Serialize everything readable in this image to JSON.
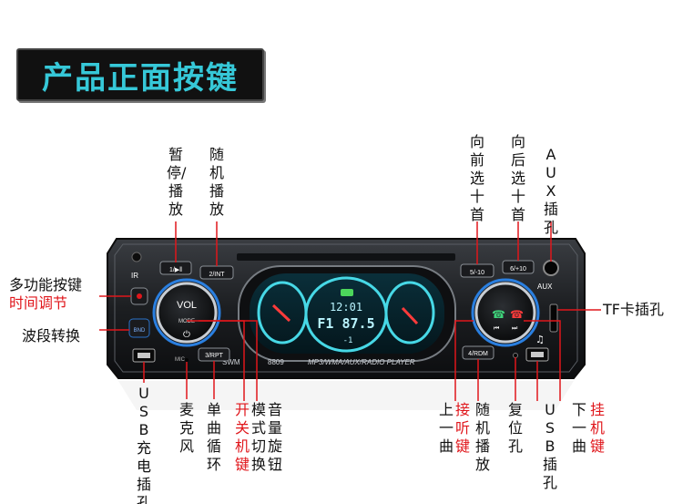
{
  "title": "产品正面按键",
  "device": {
    "vol_label": "VOL",
    "mode_label": "MODE",
    "model": "8809",
    "brand": "SWM",
    "formats": "MP3/WMA/AUX/RADIO PLAYER",
    "aux_label": "AUX",
    "ir_label": "IR",
    "buttons": {
      "b1": "1/▶‖",
      "b2": "2/INT",
      "b3": "3/RPT",
      "b4": "4/RDM",
      "b5": "5/-10",
      "b6": "6/+10",
      "band": "BND",
      "mic": "MIC"
    },
    "display": {
      "clock": "12:01",
      "freq": "F1 87.5",
      "ch": "-1"
    }
  },
  "labels": {
    "pause": "暂停/播放",
    "random": "随机播放",
    "prev_track": "向前选十首",
    "next_track": "向后选十首",
    "aux_jack": "AUX插孔",
    "multi_func": "多功能按键",
    "time_adjust": "时间调节",
    "band_switch": "波段转换",
    "tf_slot": "TF卡插孔",
    "usb_charge": "USB充电插孔",
    "mic": "麦克风",
    "single_repeat": "单曲循环",
    "power_red": "开关机键",
    "mode_knob": "模式切换",
    "volume_knob": "音量旋钮",
    "answer_prefix": "上一曲",
    "answer_red": "接听键",
    "random_play": "随机播放",
    "reset": "复位孔",
    "usb_jack": "USB插孔",
    "hangup_prefix": "下一曲",
    "hangup_red": "挂机键"
  }
}
